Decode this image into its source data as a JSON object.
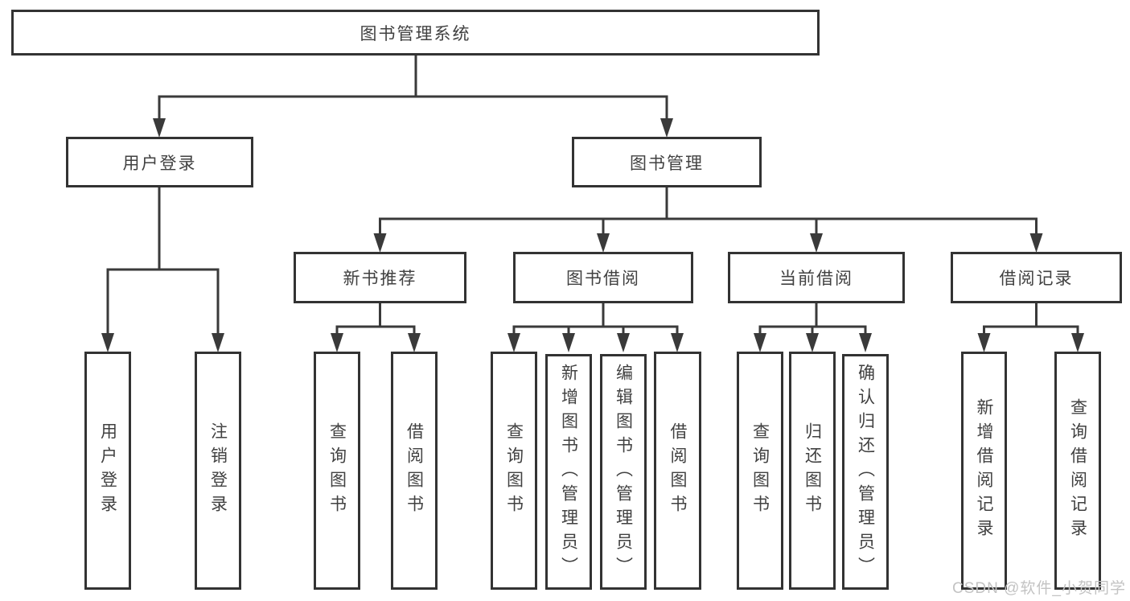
{
  "nodes": {
    "root": {
      "label": "图书管理系统"
    },
    "user_login": {
      "label": "用户登录"
    },
    "book_mgmt": {
      "label": "图书管理"
    },
    "login": {
      "label": "用户登录"
    },
    "logout": {
      "label": "注销登录"
    },
    "new_rec": {
      "label": "新书推荐"
    },
    "borrow": {
      "label": "图书借阅"
    },
    "current": {
      "label": "当前借阅"
    },
    "records": {
      "label": "借阅记录"
    },
    "rec_query": {
      "label": "查询图书"
    },
    "rec_borrow": {
      "label": "借阅图书"
    },
    "b_query": {
      "label": "查询图书"
    },
    "b_add": {
      "label": "新增图书（管理员）"
    },
    "b_edit": {
      "label": "编辑图书（管理员）"
    },
    "b_borrow": {
      "label": "借阅图书"
    },
    "c_query": {
      "label": "查询图书"
    },
    "c_return": {
      "label": "归还图书"
    },
    "c_confirm": {
      "label": "确认归还（管理员）"
    },
    "r_add": {
      "label": "新增借阅记录"
    },
    "r_query": {
      "label": "查询借阅记录"
    }
  },
  "edges": [
    [
      "root",
      "user_login"
    ],
    [
      "root",
      "book_mgmt"
    ],
    [
      "user_login",
      "login"
    ],
    [
      "user_login",
      "logout"
    ],
    [
      "book_mgmt",
      "new_rec"
    ],
    [
      "book_mgmt",
      "borrow"
    ],
    [
      "book_mgmt",
      "current"
    ],
    [
      "book_mgmt",
      "records"
    ],
    [
      "new_rec",
      "rec_query"
    ],
    [
      "new_rec",
      "rec_borrow"
    ],
    [
      "borrow",
      "b_query"
    ],
    [
      "borrow",
      "b_add"
    ],
    [
      "borrow",
      "b_edit"
    ],
    [
      "borrow",
      "b_borrow"
    ],
    [
      "current",
      "c_query"
    ],
    [
      "current",
      "c_return"
    ],
    [
      "current",
      "c_confirm"
    ],
    [
      "records",
      "r_add"
    ],
    [
      "records",
      "r_query"
    ]
  ],
  "watermark": "CSDN @软件_小贺同学",
  "colors": {
    "line": "#3a3a3a",
    "box_border": "#333333",
    "text": "#414141",
    "watermark": "#c3c3c3",
    "background": "#ffffff"
  }
}
